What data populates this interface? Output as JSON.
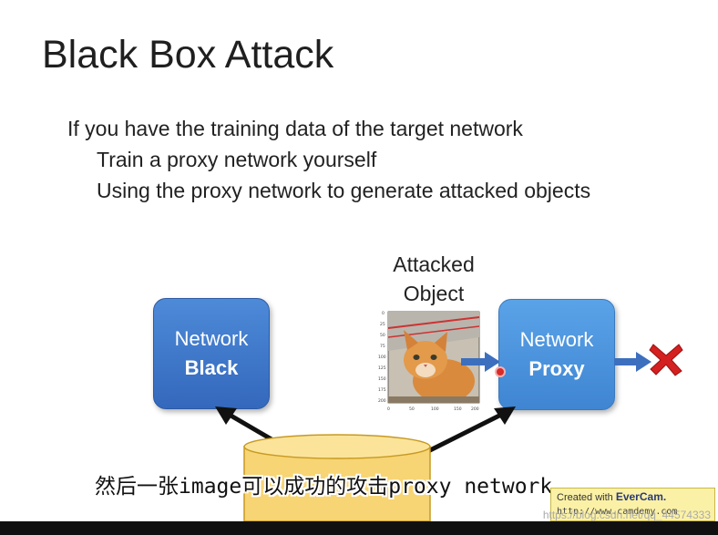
{
  "slide": {
    "title": "Black Box Attack",
    "bullets": [
      "If you have the training data of the target network",
      "Train a proxy network yourself",
      "Using the proxy network to generate attacked objects"
    ],
    "black_network": {
      "line1": "Network",
      "line2": "Black"
    },
    "proxy_network": {
      "line1": "Network",
      "line2": "Proxy"
    },
    "attacked_object": {
      "line1": "Attacked",
      "line2": "Object"
    },
    "plot_tick_labels": {
      "y": [
        "0",
        "25",
        "50",
        "75",
        "100",
        "125",
        "150",
        "175",
        "200"
      ],
      "x": [
        "0",
        "50",
        "100",
        "150",
        "200"
      ]
    }
  },
  "subtitle": "然后一张image可以成功的攻击proxy network",
  "evercam": {
    "created_text": "Created with",
    "brand": "EverCam.",
    "url": "http://www.camdemy.com"
  },
  "watermark": "https://blog.csdn.net/qq_44574333",
  "colors": {
    "network_box": "#3f78c8",
    "arrow": "#3d6fbf",
    "cross": "#d42020",
    "database": "#f7d474"
  },
  "icons": [
    "red-x-icon",
    "database-icon",
    "cat-image",
    "cursor-indicator"
  ]
}
